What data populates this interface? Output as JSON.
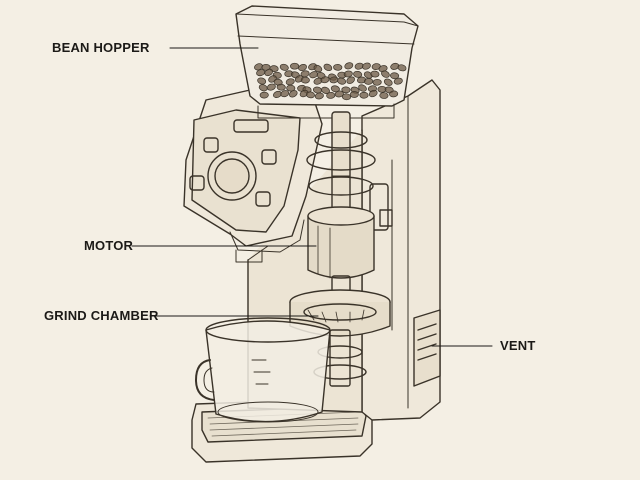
{
  "diagram": {
    "colors": {
      "background": "#f4efe4",
      "ink": "#3a3329",
      "label": "#1c1a17",
      "bean": "#6b5a45"
    },
    "callouts": [
      {
        "id": "bean-hopper",
        "label": "BEAN HOPPER"
      },
      {
        "id": "motor",
        "label": "MOTOR"
      },
      {
        "id": "grind-chamber",
        "label": "GRIND CHAMBER"
      },
      {
        "id": "vent",
        "label": "VENT"
      }
    ]
  }
}
